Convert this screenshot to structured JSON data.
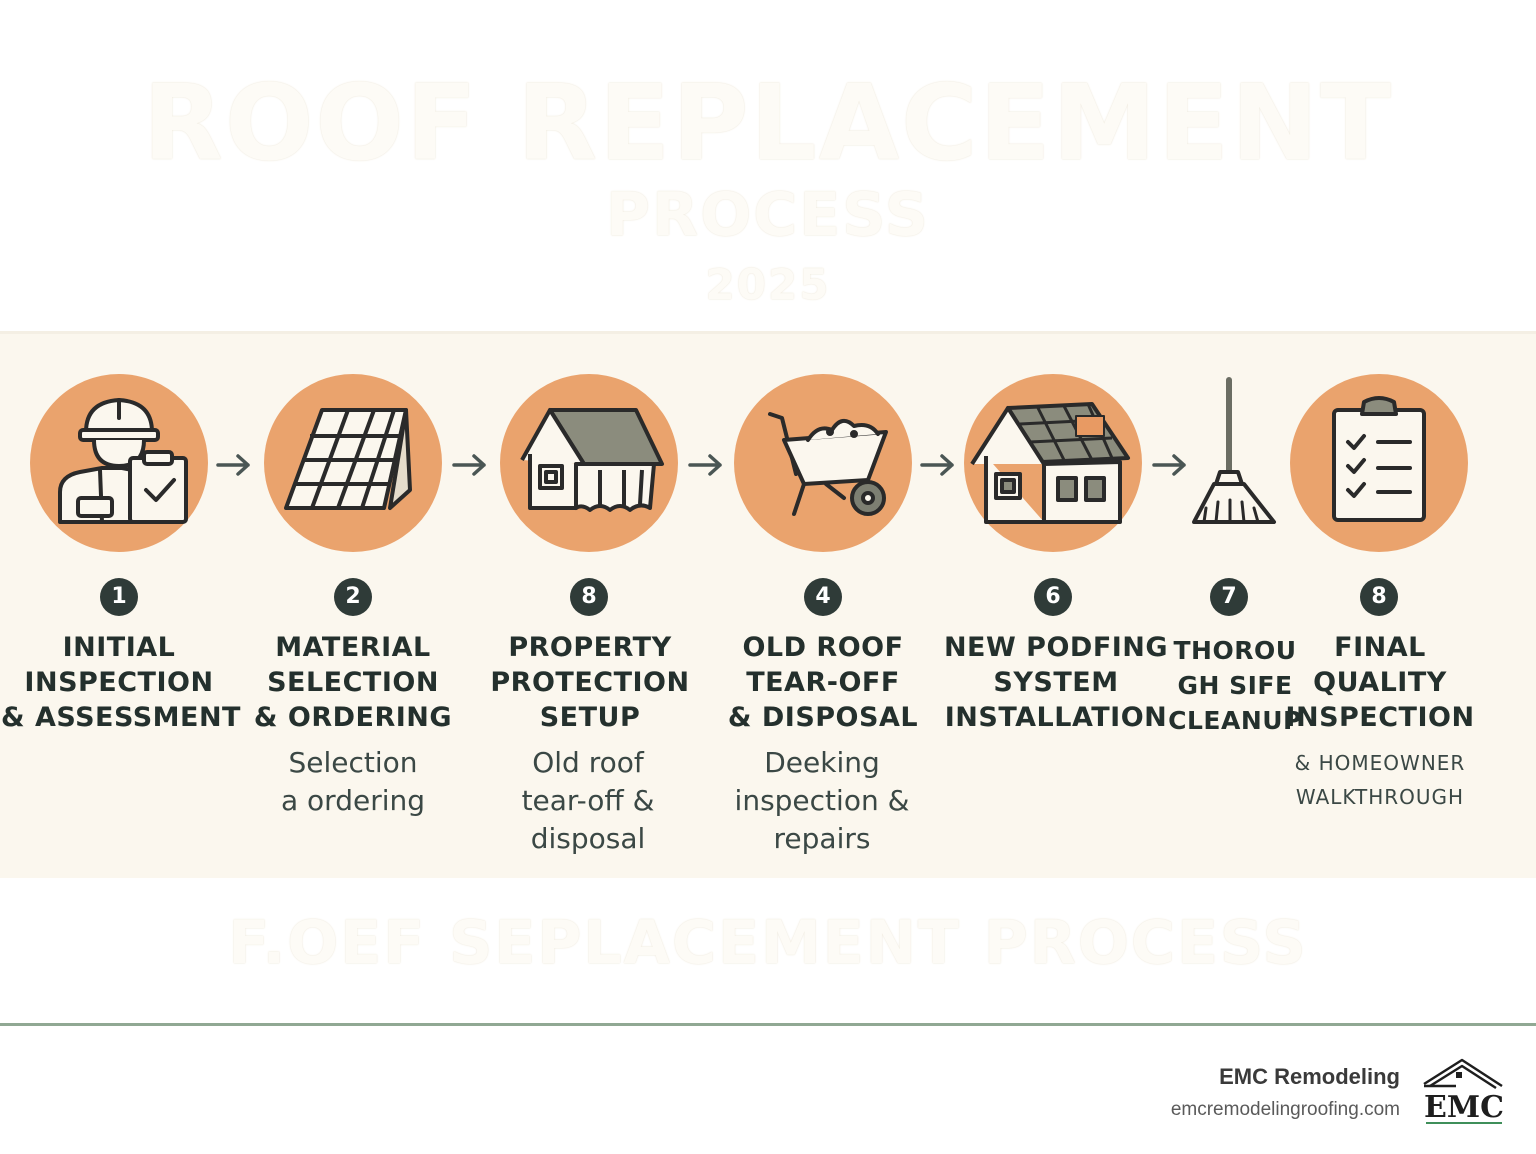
{
  "header": {
    "title": "ROOF REPLACEMENT",
    "subtitle": "PROCESS",
    "year": "2025"
  },
  "footer_title": "F.OEF SEPLACEMENT PROCESS",
  "steps": [
    {
      "number": "1",
      "label_lines": [
        "INITIAL",
        "INSPECTION",
        "& ASSESSMENT"
      ],
      "desc_lines": [],
      "icon": "inspector-clipboard-icon"
    },
    {
      "number": "2",
      "label_lines": [
        "MATERIAL",
        "SELECTION",
        "& ORDERING"
      ],
      "desc_lines": [
        "Selection",
        "a ordering"
      ],
      "icon": "roof-shingles-icon"
    },
    {
      "number": "8",
      "label_lines": [
        "PROPERTY",
        "PROTECTION",
        "SETUP"
      ],
      "desc_lines": [
        "Old roof",
        "tear-off &",
        "disposal"
      ],
      "icon": "house-tarp-icon"
    },
    {
      "number": "4",
      "label_lines": [
        "OLD ROOF",
        "TEAR-OFF",
        "& DISPOSAL"
      ],
      "desc_lines": [
        "Deeking",
        "inspection &",
        "repairs"
      ],
      "icon": "wheelbarrow-icon"
    },
    {
      "number": "6",
      "label_lines": [
        "NEW PODFING",
        "SYSTEM",
        "INSTALLATION"
      ],
      "desc_lines": [],
      "icon": "new-roof-house-icon"
    },
    {
      "number": "7",
      "label_lines": [
        "THOROU",
        "GH SIFE",
        "CLEANUP"
      ],
      "desc_lines": [],
      "icon": "broom-icon"
    },
    {
      "number": "8",
      "label_lines": [
        "FINAL",
        "QUALITY",
        "INSPECTION"
      ],
      "desc_lines": [
        "& HOMEOWNER",
        "WALKTHROUGH"
      ],
      "icon": "checklist-icon"
    }
  ],
  "brand": {
    "name": "EMC Remodeling",
    "url": "emcremodelingroofing.com",
    "logo_text": "EMC"
  },
  "colors": {
    "accent": "#eaa36d",
    "band": "#fbf7ee",
    "dark": "#24302d",
    "footer_line": "#90a893"
  }
}
